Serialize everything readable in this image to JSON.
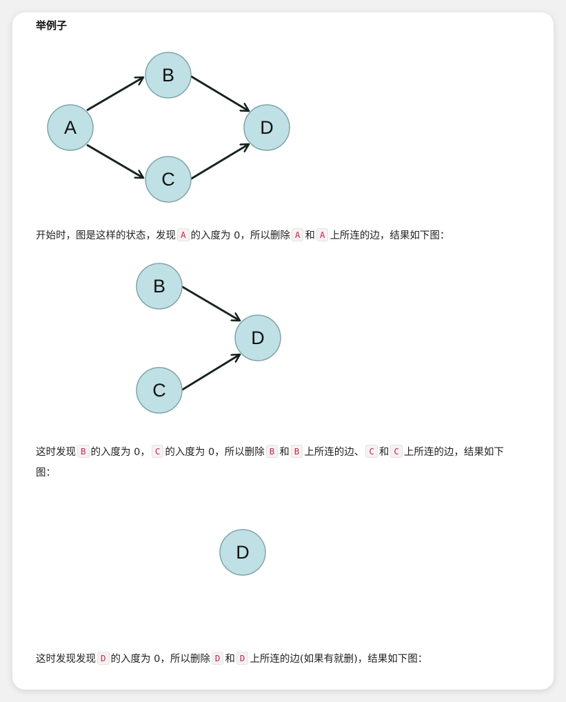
{
  "heading": "举例子",
  "graphs": {
    "g1": {
      "nodes": [
        "A",
        "B",
        "C",
        "D"
      ]
    },
    "g2": {
      "nodes": [
        "B",
        "C",
        "D"
      ]
    },
    "g3": {
      "nodes": [
        "D"
      ]
    }
  },
  "para1": {
    "t1": "开始时，图是这样的状态，发现",
    "c1": "A",
    "t2": "的入度为 0，所以删除",
    "c2": "A",
    "t3": "和",
    "c3": "A",
    "t4": "上所连的边，结果如下图："
  },
  "para2": {
    "t1": "这时发现",
    "c1": "B",
    "t2": "的入度为 0，",
    "c2": "C",
    "t3": "的入度为 0，所以删除",
    "c3": "B",
    "t4": "和",
    "c4": "B",
    "t5": "上所连的边、",
    "c5": "C",
    "t6": "和",
    "c6": "C",
    "t7": "上所连的边，结果如下",
    "t8": "图："
  },
  "para3": {
    "t1": "这时发现发现",
    "c1": "D",
    "t2": "的入度为 0，所以删除",
    "c2": "D",
    "t3": "和",
    "c3": "D",
    "t4": "上所连的边(如果有就删)，结果如下图："
  }
}
